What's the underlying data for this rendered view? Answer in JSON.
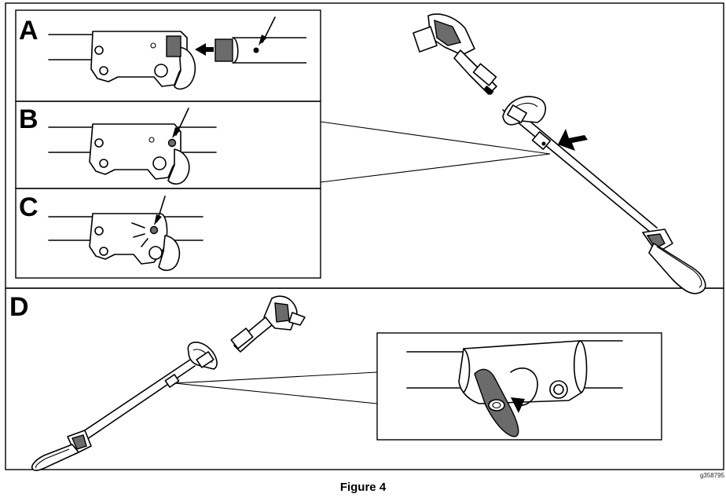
{
  "panels": {
    "a_label": "A",
    "b_label": "B",
    "c_label": "C",
    "d_label": "D"
  },
  "caption": "Figure 4",
  "figure_id": "g358795",
  "colors": {
    "line": "#000000",
    "shaded_part": "#6b6b6b",
    "background": "#ffffff"
  }
}
